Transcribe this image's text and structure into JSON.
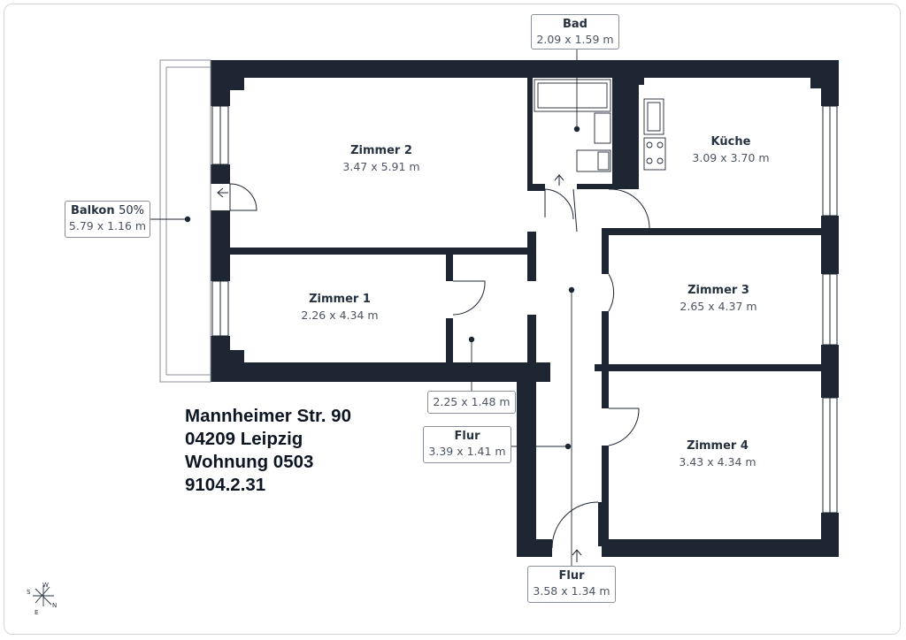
{
  "rooms": {
    "zimmer2": {
      "name": "Zimmer 2",
      "dims": "3.47 x 5.91 m"
    },
    "kueche": {
      "name": "Küche",
      "dims": "3.09 x 3.70 m"
    },
    "zimmer1": {
      "name": "Zimmer 1",
      "dims": "2.26 x 4.34 m"
    },
    "zimmer3": {
      "name": "Zimmer 3",
      "dims": "2.65 x 4.37 m"
    },
    "zimmer4": {
      "name": "Zimmer 4",
      "dims": "3.43 x 4.34 m"
    }
  },
  "callouts": {
    "bad": {
      "name": "Bad",
      "dims": "2.09 x 1.59 m"
    },
    "balkon": {
      "name": "Balkon",
      "percent": "50%",
      "dims": "5.79 x 1.16 m"
    },
    "abstell": {
      "dims": "2.25 x 1.48 m"
    },
    "flur1": {
      "name": "Flur",
      "dims": "3.39 x 1.41 m"
    },
    "flur2": {
      "name": "Flur",
      "dims": "3.58 x 1.34 m"
    }
  },
  "address": {
    "street": "Mannheimer Str. 90",
    "city": "04209 Leipzig",
    "unit": "Wohnung 0503",
    "ref": "9104.2.31"
  },
  "compass": {
    "w": "W",
    "s": "S",
    "n": "N",
    "e": "E"
  },
  "colors": {
    "wall": "#1e2633",
    "text": "#263140",
    "line": "#8a9099"
  }
}
